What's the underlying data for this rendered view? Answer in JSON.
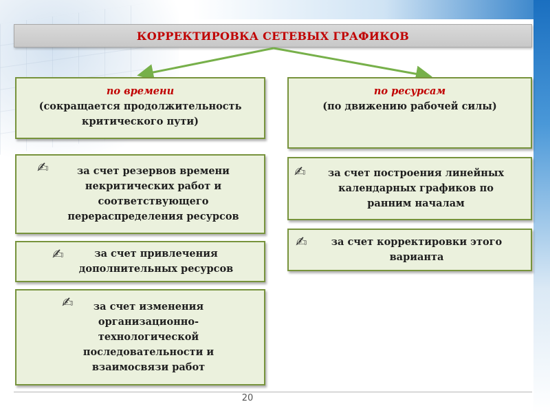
{
  "title": "КОРРЕКТИРОВКА СЕТЕВЫХ ГРАФИКОВ",
  "left": {
    "head_line1": "по времени",
    "head_line2": "(сокращается продолжительность",
    "head_line3": "критического пути)",
    "items": [
      {
        "lines": [
          "за счет резервов времени",
          "некритических работ и",
          "соответствующего",
          "перераспределения ресурсов"
        ]
      },
      {
        "lines": [
          "за счет привлечения",
          "дополнительных ресурсов"
        ]
      },
      {
        "lines": [
          "за счет изменения",
          "организационно-",
          "технологической",
          "последовательности и",
          "взаимосвязи работ"
        ]
      }
    ]
  },
  "right": {
    "head_line1": "по ресурсам",
    "head_line2": "(по движению рабочей силы)",
    "items": [
      {
        "lines": [
          "за счет построения линейных",
          "календарных графиков по",
          "ранним началам"
        ]
      },
      {
        "lines": [
          "за счет корректировки этого",
          "варианта"
        ]
      }
    ]
  },
  "check_icon": "checkmark-pencil-icon",
  "colors": {
    "title": "#c00000",
    "box_fill": "#ebf1dd",
    "box_border": "#77933c",
    "arrow": "#77b04a"
  },
  "page_number": "20"
}
